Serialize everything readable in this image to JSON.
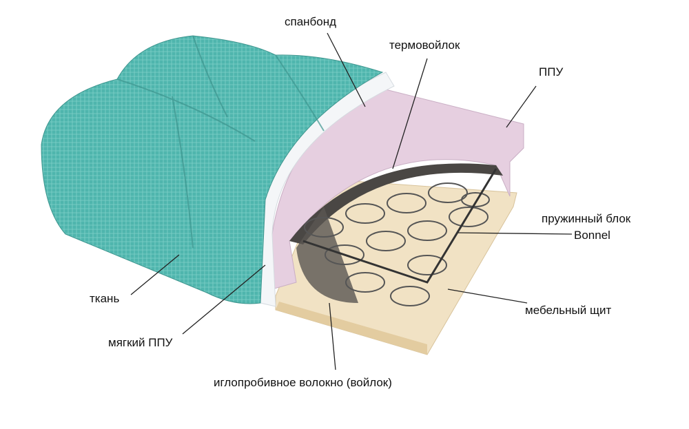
{
  "labels": {
    "spunbond": "спанбонд",
    "thermofelt": "термовойлок",
    "ppu": "ППУ",
    "spring_block": "пружинный блок",
    "bonnel": "Bonnel",
    "furniture_board": "мебельный щит",
    "fabric": "ткань",
    "soft_ppu": "мягкий ППУ",
    "needle_felt": "иглопробивное волокно (войлок)"
  },
  "colors": {
    "fabric": "#4fb5ad",
    "foam": "#e6cfe0",
    "felt": "#4a4744",
    "wood": "#f1e2c4",
    "spunbond": "#f4f6f8"
  }
}
